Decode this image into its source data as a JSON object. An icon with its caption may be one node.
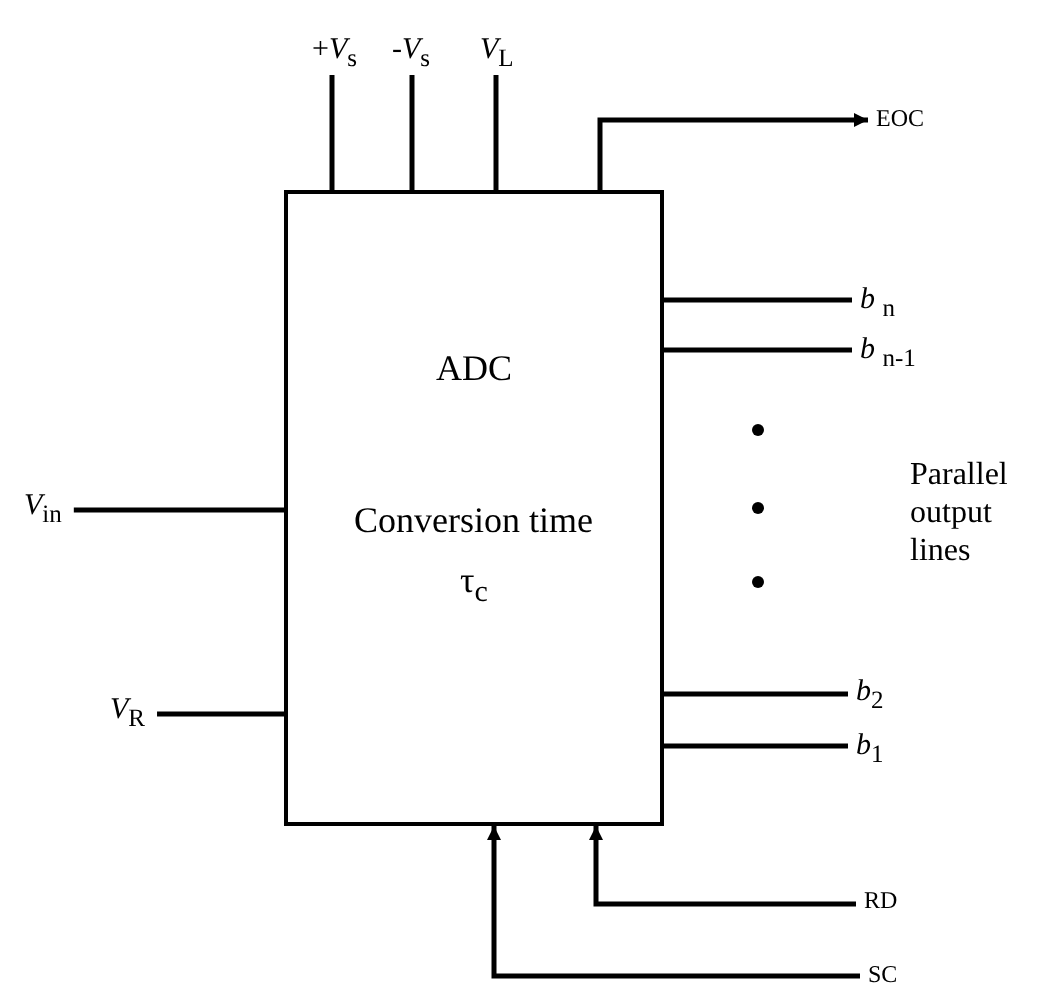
{
  "diagram": {
    "nodes": [
      {
        "text": [
          "ADC",
          "Conversion time",
          "τ$_{c}$"
        ]
      },
      {
        "text": [
          "+*V*$_{s}$"
        ]
      },
      {
        "text": [
          "-*V*$_{s}$"
        ]
      },
      {
        "text": [
          "*V*$_{L}$"
        ]
      },
      {
        "text": [
          "EOC"
        ]
      },
      {
        "text": [
          "*b* $_{n}$"
        ]
      },
      {
        "text": [
          "*b* $_{n-1}$"
        ]
      },
      {
        "text": [
          "*V*$_{in}$"
        ]
      },
      {
        "text": [
          "*V*$_{R}$"
        ]
      },
      {
        "text": [
          "*b*$_{2}$"
        ]
      },
      {
        "text": [
          "*b*$_{1}$"
        ]
      },
      {
        "text": [
          "RD"
        ]
      },
      {
        "text": [
          "SC"
        ]
      }
    ],
    "edges": [
      {
        "from": 1,
        "to": 0,
        "arrow": "none"
      },
      {
        "from": 2,
        "to": 0,
        "arrow": "none"
      },
      {
        "from": 3,
        "to": 0,
        "arrow": "none"
      },
      {
        "from": 0,
        "to": 4,
        "arrow": "to"
      },
      {
        "from": 0,
        "to": 5,
        "arrow": "none"
      },
      {
        "from": 0,
        "to": 6,
        "arrow": "none"
      },
      {
        "from": 7,
        "to": 0,
        "arrow": "none"
      },
      {
        "from": 8,
        "to": 0,
        "arrow": "none"
      },
      {
        "from": 0,
        "to": 9,
        "arrow": "none"
      },
      {
        "from": 0,
        "to": 10,
        "arrow": "none"
      },
      {
        "from": 11,
        "to": 0,
        "arrow": "to"
      },
      {
        "from": 12,
        "to": 0,
        "arrow": "to"
      }
    ],
    "labels": [
      "Parallel output lines"
    ]
  }
}
